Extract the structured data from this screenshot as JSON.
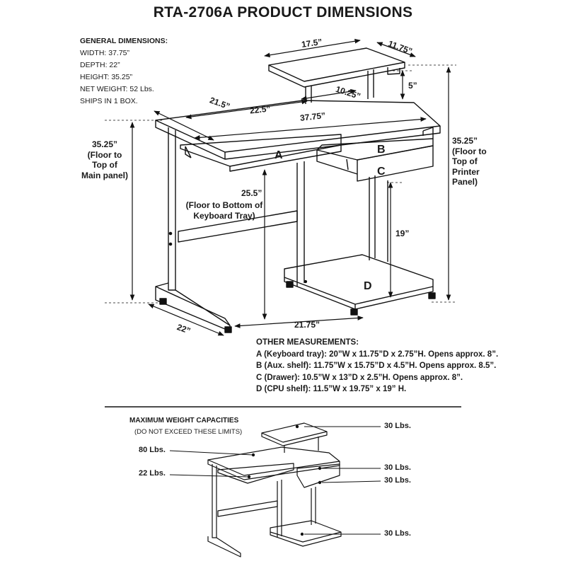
{
  "title": "RTA-2706A PRODUCT DIMENSIONS",
  "general": {
    "heading": "GENERAL DIMENSIONS:",
    "lines": [
      "WIDTH: 37.75”",
      "DEPTH: 22”",
      "HEIGHT: 35.25”",
      "NET WEIGHT: 52 Lbs.",
      "SHIPS IN 1 BOX."
    ]
  },
  "dims": {
    "top_width": "17.5”",
    "top_depth": "11.75”",
    "top_height": "5”",
    "main_depth": "21.5”",
    "inner_width": "22.5”",
    "aux_depth": "10.25”",
    "full_width": "37.75”",
    "left_height": "35.25”",
    "left_height_note": [
      "(Floor to",
      "Top of",
      "Main panel)"
    ],
    "right_height": "35.25”",
    "right_height_note": [
      "(Floor to",
      "Top of",
      "Printer",
      "Panel)"
    ],
    "tray_height": "25.5”",
    "tray_height_note": [
      "(Floor to Bottom of",
      "Keyboard Tray)"
    ],
    "cpu_height": "19”",
    "base_depth": "22”",
    "base_width": "21.75”"
  },
  "parts": {
    "a": "A",
    "b": "B",
    "c": "C",
    "d": "D"
  },
  "other": {
    "heading": "OTHER MEASUREMENTS:",
    "lines": [
      "A (Keyboard tray): 20”W x 11.75”D x 2.75”H. Opens approx. 8”.",
      "B (Aux. shelf): 11.75”W x 15.75”D x 4.5”H. Opens approx. 8.5”.",
      "C (Drawer): 10.5”W x 13”D x 2.5”H. Opens approx. 8”.",
      "D (CPU shelf): 11.5”W x 19.75” x 19” H."
    ]
  },
  "capacities": {
    "heading": "MAXIMUM WEIGHT CAPACITIES",
    "subheading": "(DO NOT EXCEED THESE LIMITS)",
    "top_shelf": "30 Lbs.",
    "main_panel": "80 Lbs.",
    "keyboard_tray": "22 Lbs.",
    "aux_shelf": "30 Lbs.",
    "drawer": "30 Lbs.",
    "cpu_shelf": "30 Lbs."
  }
}
